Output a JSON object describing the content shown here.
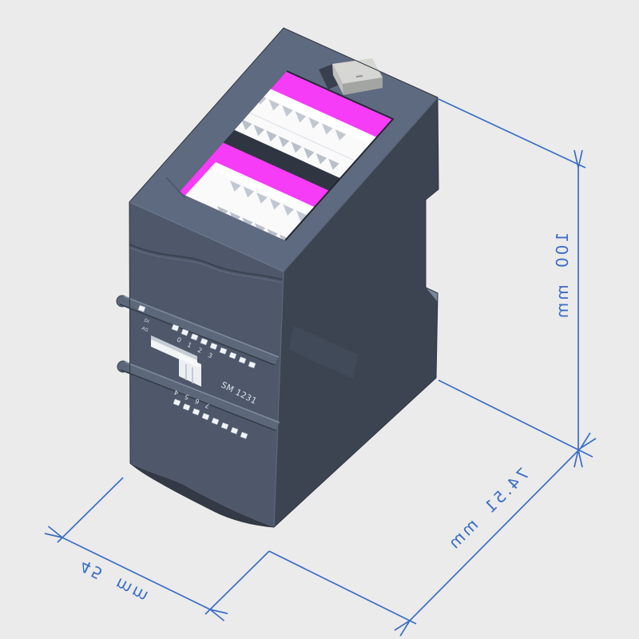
{
  "viewport": {
    "background_color": "#ebebeb",
    "content_description": "isometric CAD view of I/O module with dimensions"
  },
  "module": {
    "model_label": "SM 1231",
    "diag_label_line1": "DI",
    "diag_label_line2": "AG",
    "channels_top": [
      "0",
      "1",
      "2",
      "3"
    ],
    "channels_bottom": [
      "4",
      "5",
      "6",
      "7"
    ]
  },
  "dimensions": {
    "height_label": "100 mm",
    "depth_label": "74.51 mm",
    "width_label": "45 mm",
    "line_color": "#3b6ec6"
  },
  "colors": {
    "background": "#ebebeb",
    "front_face": "#4e586a",
    "side_face": "#3c4452",
    "top_face": "#5e6a7f",
    "interior": "#2f3641",
    "underside": "#333a46",
    "connector_pink": "#f63cf6",
    "terminal_white": "#fafafb",
    "bus_clip_gray": "#d6d6d3",
    "panel_text": "#dee3ea"
  }
}
